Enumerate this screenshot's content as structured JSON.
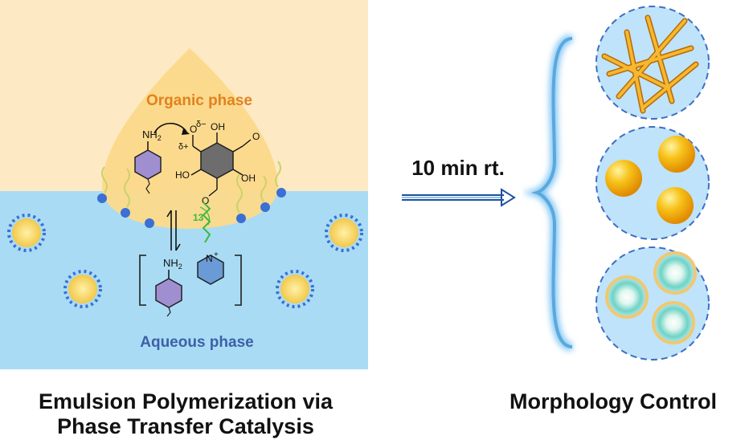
{
  "left_panel": {
    "organic_label": "Organic phase",
    "aqueous_label": "Aqueous phase",
    "amine_label": "NH",
    "amine_subscript": "2",
    "delta_minus": "δ−",
    "delta_plus": "δ+",
    "hydroxyl": "OH",
    "hydroxyl_left": "HO",
    "aldehyde_oxygen": "O",
    "chain_count": "13",
    "pyridinium_n": "N",
    "pyridinium_charge": "+",
    "colors": {
      "organic": "#fde9c3",
      "aqueous": "#a9dcf4",
      "droplet": "#fcd98a",
      "organic_label": "#e0821e",
      "aqueous_label": "#3e5fa8",
      "benzene": "#a08fd0",
      "pyridine": "#6a9bd6",
      "chain": "#3cb83c",
      "surfactant_head": "#3b6fd4",
      "surfactant_tail": "#c9d36b"
    }
  },
  "arrow": {
    "label": "10 min rt."
  },
  "morphologies": [
    {
      "name": "fibers"
    },
    {
      "name": "spheres"
    },
    {
      "name": "hollow spheres"
    }
  ],
  "captions": {
    "left_line1": "Emulsion Polymerization via",
    "left_line2": "Phase Transfer Catalysis",
    "right": "Morphology Control"
  }
}
